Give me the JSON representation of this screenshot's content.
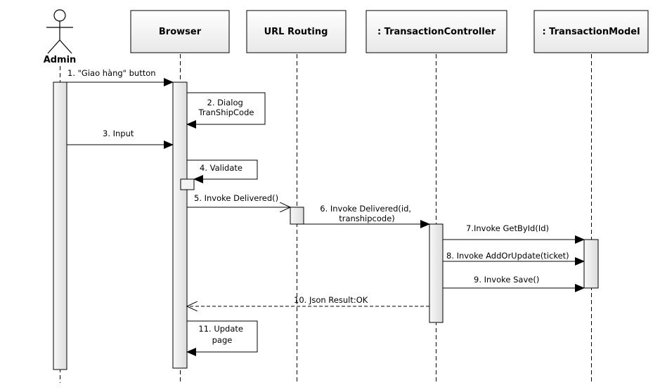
{
  "actor": {
    "name": "Admin"
  },
  "participants": [
    {
      "name": "Browser"
    },
    {
      "name": "URL Routing"
    },
    {
      "name": ": TransactionController"
    },
    {
      "name": ": TransactionModel"
    }
  ],
  "messages": [
    {
      "label": "1. \"Giao hàng\" button"
    },
    {
      "label_lines": [
        "2. Dialog",
        "TranShipCode"
      ]
    },
    {
      "label": "3. Input"
    },
    {
      "label": "4. Validate"
    },
    {
      "label": "5. Invoke Delivered()"
    },
    {
      "label_lines": [
        "6. Invoke Delivered(id,",
        "transhipcode)"
      ]
    },
    {
      "label": "7.Invoke GetById(Id)"
    },
    {
      "label": "8. Invoke AddOrUpdate(ticket)"
    },
    {
      "label": "9. Invoke Save()"
    },
    {
      "label": "10. Json Result:OK"
    },
    {
      "label_lines": [
        "11. Update",
        "page"
      ]
    }
  ]
}
